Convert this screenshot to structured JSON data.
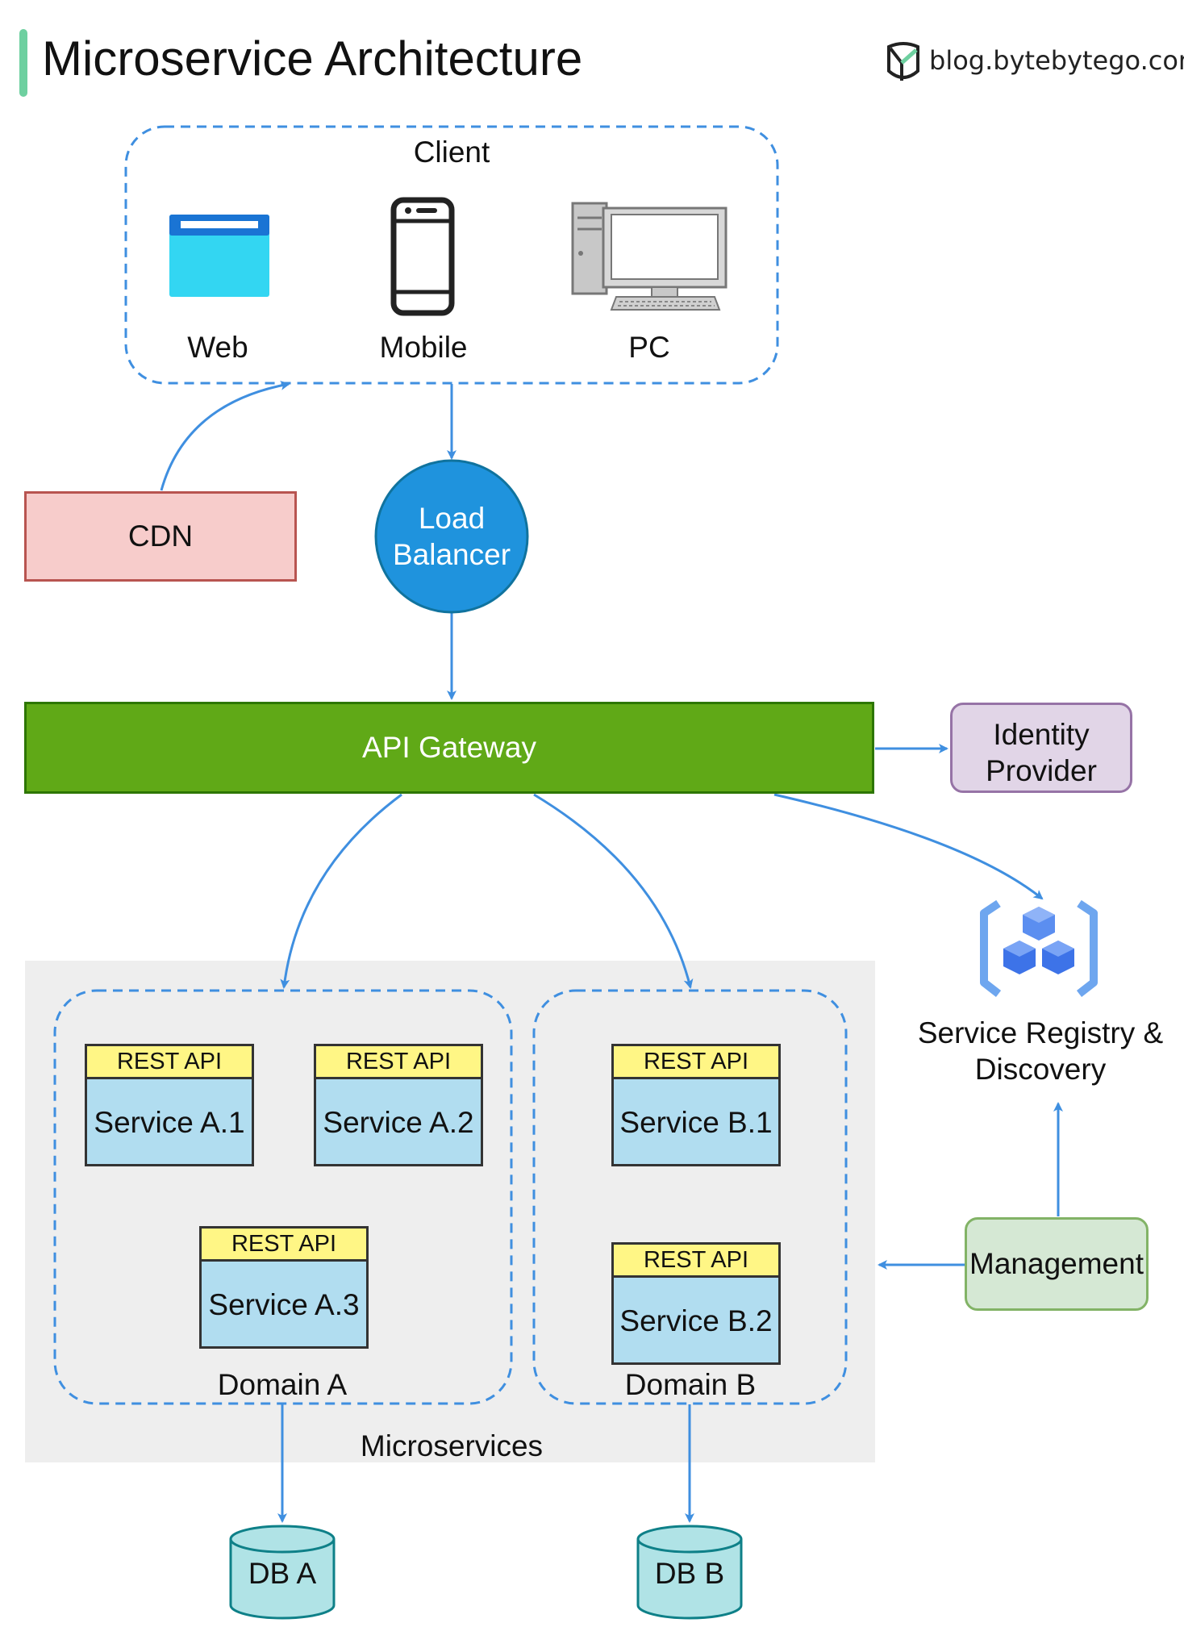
{
  "header": {
    "title": "Microservice Architecture",
    "brand": "blog.bytebytego.com"
  },
  "client": {
    "title": "Client",
    "items": [
      "Web",
      "Mobile",
      "PC"
    ]
  },
  "cdn": "CDN",
  "load_balancer": "Load Balancer",
  "api_gateway": "API Gateway",
  "identity_provider": "Identity Provider",
  "service_registry": "Service Registry & Discovery",
  "management": "Management",
  "microservices": {
    "label": "Microservices",
    "domains": [
      {
        "label": "Domain A",
        "services": [
          {
            "api": "REST API",
            "name": "Service A.1"
          },
          {
            "api": "REST API",
            "name": "Service A.2"
          },
          {
            "api": "REST API",
            "name": "Service A.3"
          }
        ]
      },
      {
        "label": "Domain B",
        "services": [
          {
            "api": "REST API",
            "name": "Service B.1"
          },
          {
            "api": "REST API",
            "name": "Service B.2"
          }
        ]
      }
    ]
  },
  "databases": [
    "DB A",
    "DB B"
  ],
  "colors": {
    "arrow": "#3f8fe0",
    "dashed_border": "#3f8fe0",
    "cdn_fill": "#f7cccb",
    "api_gateway_fill": "#60a917",
    "load_balancer_fill": "#1f93dd",
    "identity_fill": "#e1d5e7",
    "management_fill": "#d5e8d4",
    "service_fill": "#b1ddf0",
    "rest_api_fill": "#fff685",
    "db_fill": "#b0e3e6",
    "title_accent": "#6ed0a0"
  }
}
